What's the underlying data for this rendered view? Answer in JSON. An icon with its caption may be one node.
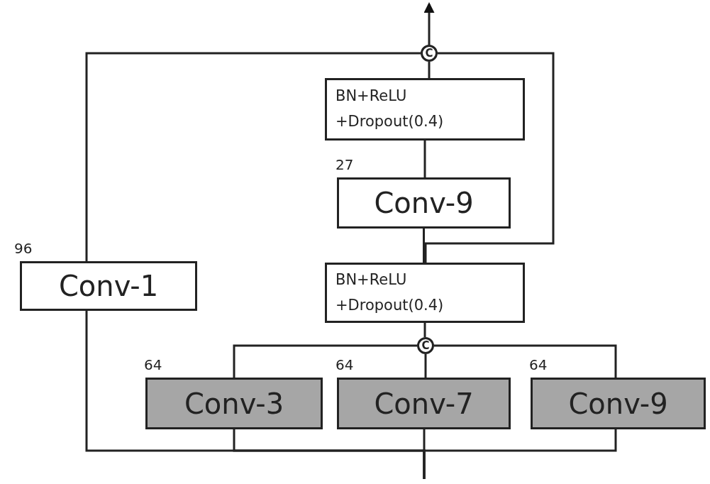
{
  "diagram": {
    "nodes": [
      {
        "text": [
          "C"
        ]
      },
      {
        "text": [
          "BN+ReLU +Dropout(0.4)"
        ]
      },
      {
        "text": [
          "Conv-9"
        ],
        "beside": [
          "27"
        ]
      },
      {
        "text": [
          "Conv-1"
        ],
        "beside": [
          "96"
        ]
      },
      {
        "text": [
          "BN+ReLU +Dropout(0.4)"
        ]
      },
      {
        "text": [
          "C"
        ]
      },
      {
        "text": [
          "Conv-3"
        ],
        "beside": [
          "64"
        ]
      },
      {
        "text": [
          "Conv-7"
        ],
        "beside": [
          "64"
        ]
      },
      {
        "text": [
          "Conv-9"
        ],
        "beside": [
          "64"
        ]
      }
    ],
    "edges": [
      {
        "from": null,
        "to": 3,
        "arrow": "none"
      },
      {
        "from": null,
        "to": 6,
        "arrow": "none"
      },
      {
        "from": null,
        "to": 7,
        "arrow": "none"
      },
      {
        "from": null,
        "to": 8,
        "arrow": "none"
      },
      {
        "from": 6,
        "to": 5,
        "arrow": "none"
      },
      {
        "from": 7,
        "to": 5,
        "arrow": "none"
      },
      {
        "from": 8,
        "to": 5,
        "arrow": "none"
      },
      {
        "from": 5,
        "to": 4,
        "arrow": "none"
      },
      {
        "from": 4,
        "to": 2,
        "arrow": "none"
      },
      {
        "from": 4,
        "to": 0,
        "arrow": "none"
      },
      {
        "from": 2,
        "to": 1,
        "arrow": "none"
      },
      {
        "from": 1,
        "to": 0,
        "arrow": "none"
      },
      {
        "from": 3,
        "to": 0,
        "arrow": "none"
      },
      {
        "from": 0,
        "to": null,
        "arrow": "to"
      }
    ]
  }
}
